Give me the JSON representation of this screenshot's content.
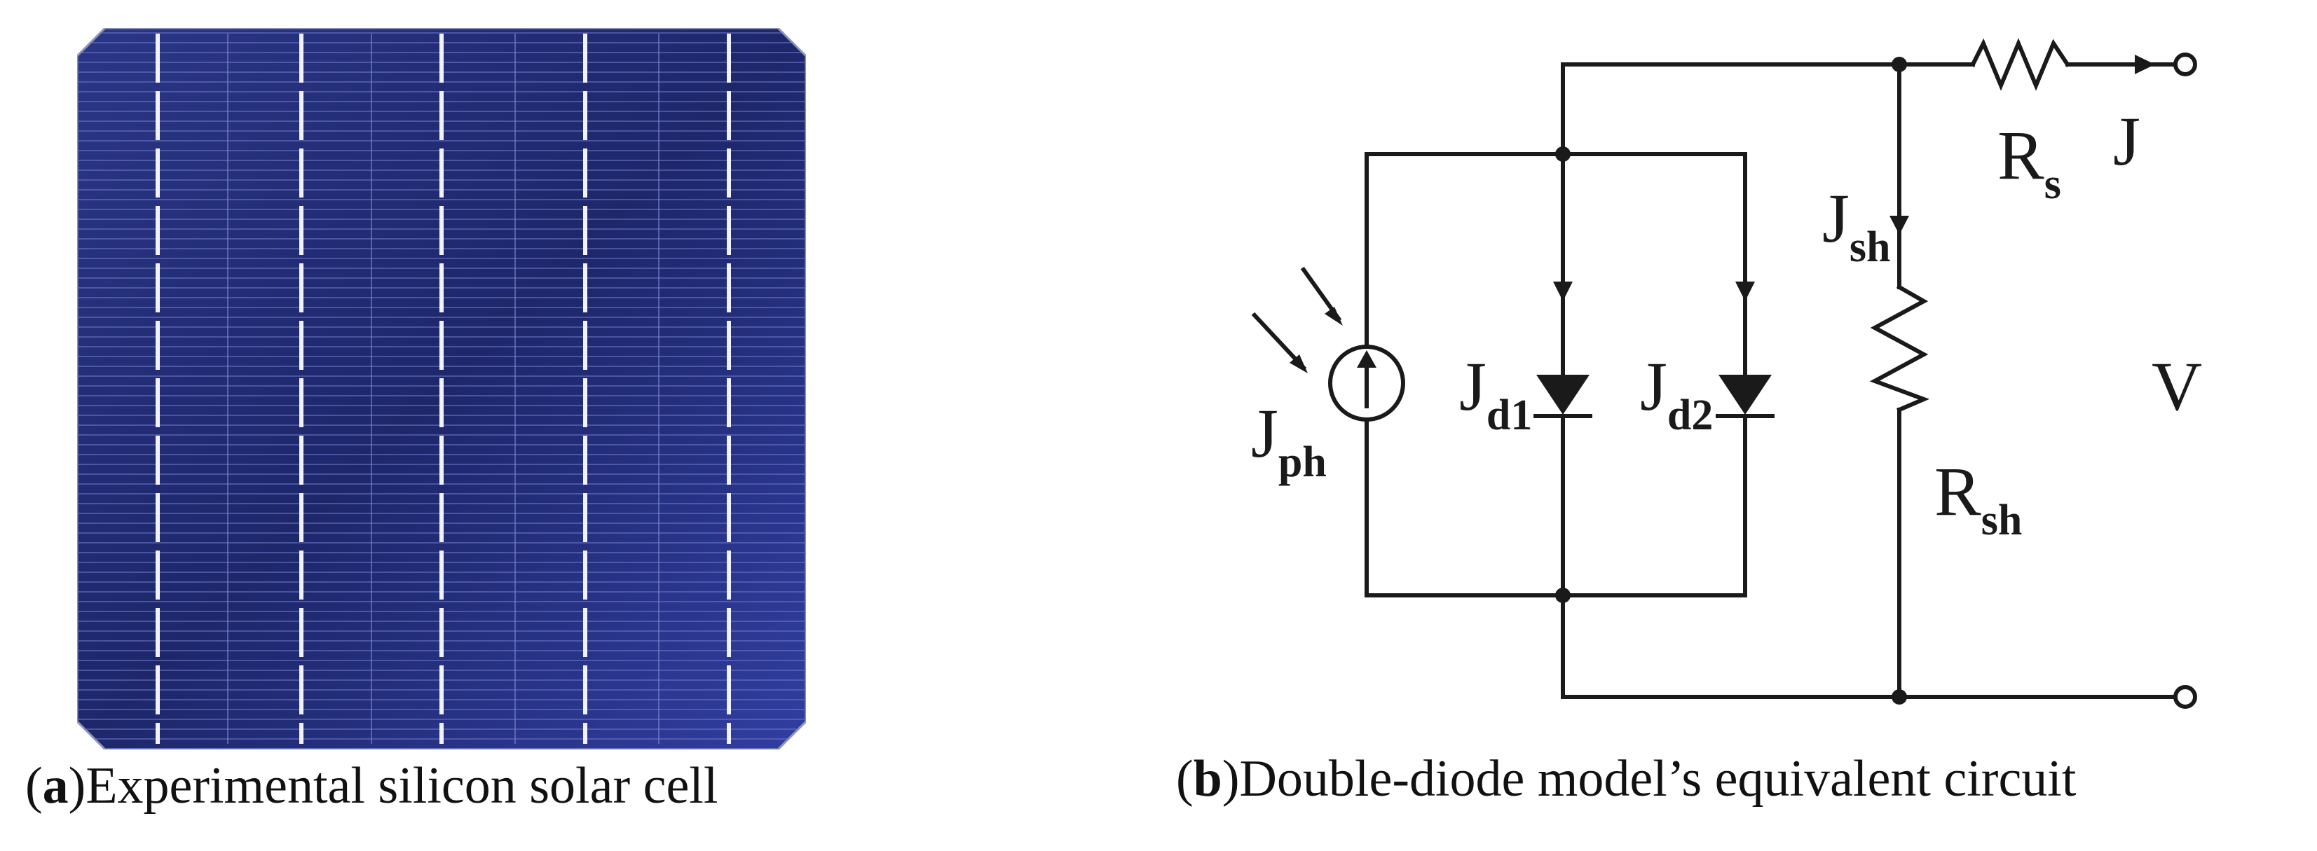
{
  "panel_a": {
    "letter": "a",
    "caption": "Experimental silicon solar cell",
    "colors": {
      "cell_dark": "#1b2460",
      "cell_mid": "#2f3a8f",
      "cell_light": "#4a55b8",
      "busbar": "#ffffff"
    }
  },
  "panel_b": {
    "letter": "b",
    "caption": "Double-diode model’s equivalent circuit",
    "labels": {
      "jph": {
        "main": "J",
        "sub": "ph"
      },
      "jd1": {
        "main": "J",
        "sub": "d1"
      },
      "jd2": {
        "main": "J",
        "sub": "d2"
      },
      "jsh": {
        "main": "J",
        "sub": "sh"
      },
      "rs": {
        "main": "R",
        "sub": "s"
      },
      "rsh": {
        "main": "R",
        "sub": "sh"
      },
      "j": "J",
      "v": "V"
    },
    "colors": {
      "wire": "#1a1a1a"
    }
  }
}
